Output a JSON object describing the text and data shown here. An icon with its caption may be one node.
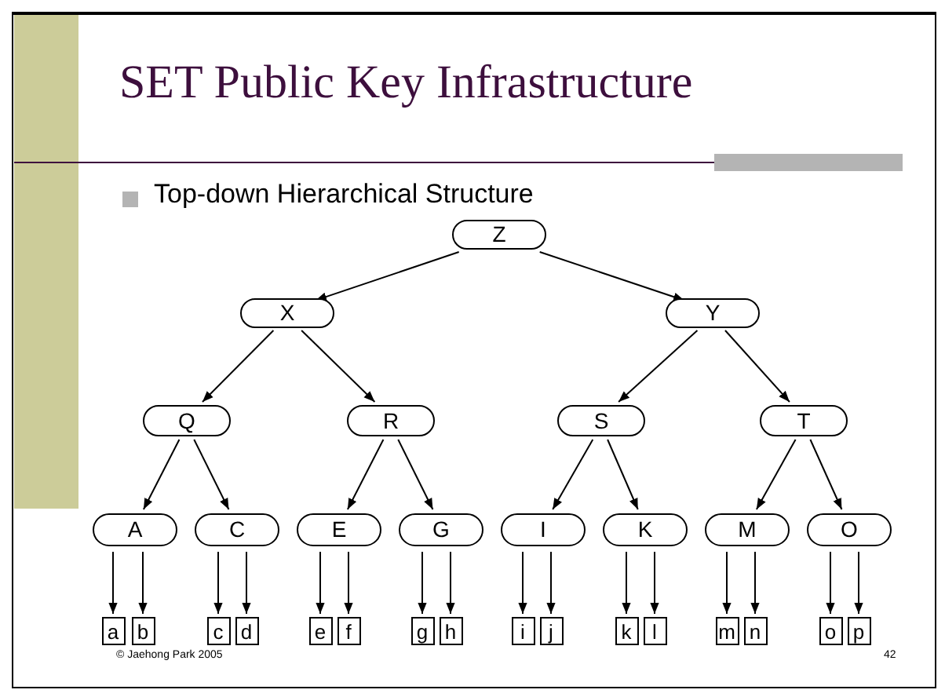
{
  "diagram": {
    "title": "SET Public Key Infrastructure",
    "nodes": [
      {
        "text": [
          "Z"
        ]
      },
      {
        "text": [
          "X"
        ]
      },
      {
        "text": [
          "Y"
        ]
      },
      {
        "text": [
          "Q"
        ]
      },
      {
        "text": [
          "R"
        ]
      },
      {
        "text": [
          "S"
        ]
      },
      {
        "text": [
          "T"
        ]
      },
      {
        "text": [
          "A"
        ]
      },
      {
        "text": [
          "C"
        ]
      },
      {
        "text": [
          "E"
        ]
      },
      {
        "text": [
          "G"
        ]
      },
      {
        "text": [
          "I"
        ]
      },
      {
        "text": [
          "K"
        ]
      },
      {
        "text": [
          "M"
        ]
      },
      {
        "text": [
          "O"
        ]
      },
      {
        "text": [
          "a"
        ]
      },
      {
        "text": [
          "b"
        ]
      },
      {
        "text": [
          "c"
        ]
      },
      {
        "text": [
          "d"
        ]
      },
      {
        "text": [
          "e"
        ]
      },
      {
        "text": [
          "f"
        ]
      },
      {
        "text": [
          "g"
        ]
      },
      {
        "text": [
          "h"
        ]
      },
      {
        "text": [
          "i"
        ]
      },
      {
        "text": [
          "j"
        ]
      },
      {
        "text": [
          "k"
        ]
      },
      {
        "text": [
          "l"
        ]
      },
      {
        "text": [
          "m"
        ]
      },
      {
        "text": [
          "n"
        ]
      },
      {
        "text": [
          "o"
        ]
      },
      {
        "text": [
          "p"
        ]
      }
    ],
    "edges": [
      {
        "from": 0,
        "to": 1,
        "arrow": "to"
      },
      {
        "from": 0,
        "to": 2,
        "arrow": "to"
      },
      {
        "from": 1,
        "to": 3,
        "arrow": "to"
      },
      {
        "from": 1,
        "to": 4,
        "arrow": "to"
      },
      {
        "from": 2,
        "to": 5,
        "arrow": "to"
      },
      {
        "from": 2,
        "to": 6,
        "arrow": "to"
      },
      {
        "from": 3,
        "to": 7,
        "arrow": "to"
      },
      {
        "from": 3,
        "to": 8,
        "arrow": "to"
      },
      {
        "from": 4,
        "to": 9,
        "arrow": "to"
      },
      {
        "from": 4,
        "to": 10,
        "arrow": "to"
      },
      {
        "from": 5,
        "to": 11,
        "arrow": "to"
      },
      {
        "from": 5,
        "to": 12,
        "arrow": "to"
      },
      {
        "from": 6,
        "to": 13,
        "arrow": "to"
      },
      {
        "from": 6,
        "to": 14,
        "arrow": "to"
      },
      {
        "from": 7,
        "to": 15,
        "arrow": "to"
      },
      {
        "from": 7,
        "to": 16,
        "arrow": "to"
      },
      {
        "from": 8,
        "to": 17,
        "arrow": "to"
      },
      {
        "from": 8,
        "to": 18,
        "arrow": "to"
      },
      {
        "from": 9,
        "to": 19,
        "arrow": "to"
      },
      {
        "from": 9,
        "to": 20,
        "arrow": "to"
      },
      {
        "from": 10,
        "to": 21,
        "arrow": "to"
      },
      {
        "from": 10,
        "to": 22,
        "arrow": "to"
      },
      {
        "from": 11,
        "to": 23,
        "arrow": "to"
      },
      {
        "from": 11,
        "to": 24,
        "arrow": "to"
      },
      {
        "from": 12,
        "to": 25,
        "arrow": "to"
      },
      {
        "from": 12,
        "to": 26,
        "arrow": "to"
      },
      {
        "from": 13,
        "to": 27,
        "arrow": "to"
      },
      {
        "from": 13,
        "to": 28,
        "arrow": "to"
      },
      {
        "from": 14,
        "to": 29,
        "arrow": "to"
      },
      {
        "from": 14,
        "to": 30,
        "arrow": "to"
      }
    ],
    "labels": [
      "Top-down Hierarchical Structure",
      "© Jaehong Park 2005",
      "42"
    ]
  }
}
